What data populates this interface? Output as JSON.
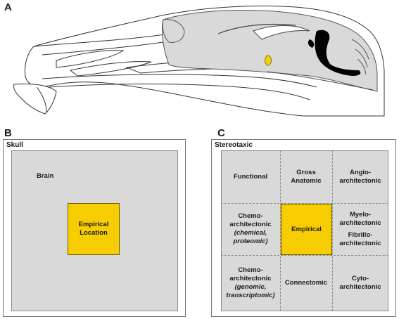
{
  "panel_a": {
    "letter": "A"
  },
  "panel_b": {
    "letter": "B",
    "outer_label": "Skull",
    "inner_label": "Brain",
    "center_line1": "Empirical",
    "center_line2": "Location"
  },
  "panel_c": {
    "letter": "C",
    "outer_label": "Stereotaxic",
    "center_label": "Empirical",
    "cells": {
      "top_left": "Functional",
      "top_middle_1": "Gross",
      "top_middle_2": "Anatomic",
      "top_right_1": "Angio-",
      "top_right_2": "architectonic",
      "mid_left_1": "Chemo-",
      "mid_left_2": "architectonic",
      "mid_left_3": "(chemical,",
      "mid_left_4": "proteomic)",
      "mid_right_1": "Myelo-",
      "mid_right_2": "architectonic",
      "mid_right_3": "Fibrillo-",
      "mid_right_4": "architectonic",
      "bot_left_1": "Chemo-",
      "bot_left_2": "architectonic",
      "bot_left_3": "(genomic,",
      "bot_left_4": "transcriptomic)",
      "bot_middle": "Connectomic",
      "bot_right_1": "Cyto-",
      "bot_right_2": "architectonic"
    }
  },
  "colors": {
    "highlight": "#f5cd00",
    "brain_fill": "#d9d9d9",
    "ventricle": "#000000"
  }
}
